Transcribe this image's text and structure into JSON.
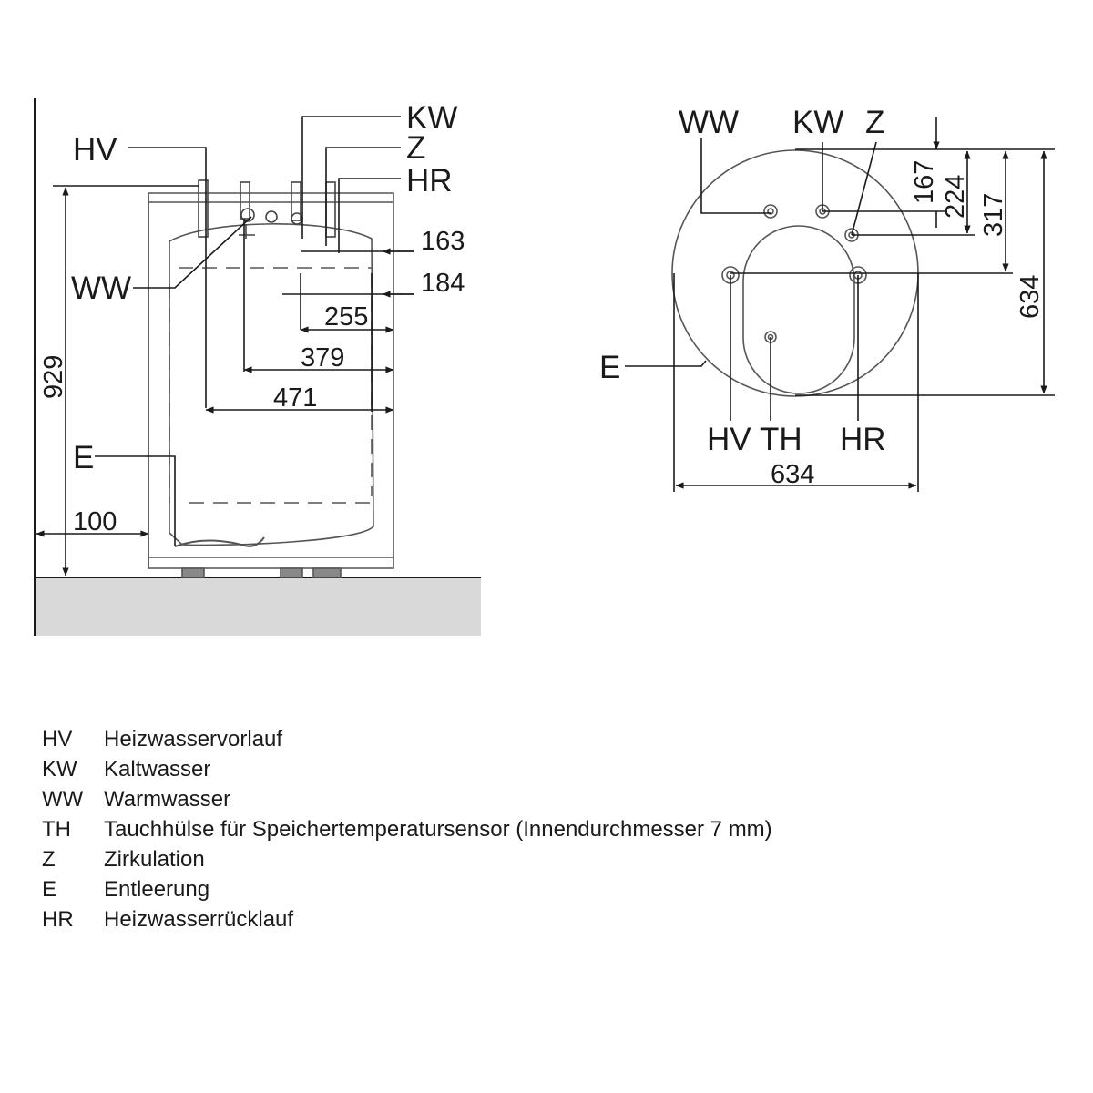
{
  "side_view": {
    "labels": {
      "kw": "KW",
      "hv": "HV",
      "z": "Z",
      "hr": "HR",
      "ww": "WW",
      "e": "E"
    },
    "dimensions": {
      "d163": "163",
      "d184": "184",
      "d255": "255",
      "d379": "379",
      "d471": "471",
      "d929": "929",
      "d100": "100"
    }
  },
  "top_view": {
    "labels": {
      "ww": "WW",
      "kw": "KW",
      "z": "Z",
      "e": "E",
      "hv": "HV",
      "th": "TH",
      "hr": "HR"
    },
    "dimensions": {
      "d167": "167",
      "d224": "224",
      "d317": "317",
      "d634_vertical": "634",
      "d634_horizontal": "634"
    }
  },
  "legend": [
    {
      "abbr": "HV",
      "desc": "Heizwasservorlauf"
    },
    {
      "abbr": "KW",
      "desc": "Kaltwasser"
    },
    {
      "abbr": "WW",
      "desc": "Warmwasser"
    },
    {
      "abbr": "TH",
      "desc": "Tauchhülse für Speichertemperatursensor (Innendurchmesser 7 mm)"
    },
    {
      "abbr": "Z",
      "desc": "Zirkulation"
    },
    {
      "abbr": "E",
      "desc": "Entleerung"
    },
    {
      "abbr": "HR",
      "desc": "Heizwasserrücklauf"
    }
  ]
}
